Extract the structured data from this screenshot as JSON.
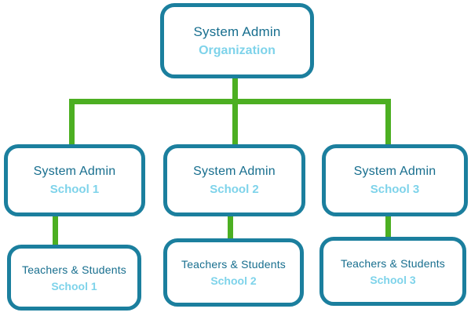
{
  "diagram": {
    "root": {
      "title": "System Admin",
      "subtitle": "Organization"
    },
    "admins": [
      {
        "title": "System Admin",
        "subtitle": "School 1"
      },
      {
        "title": "System Admin",
        "subtitle": "School 2"
      },
      {
        "title": "System Admin",
        "subtitle": "School 3"
      }
    ],
    "groups": [
      {
        "title": "Teachers & Students",
        "subtitle": "School 1"
      },
      {
        "title": "Teachers & Students",
        "subtitle": "School 2"
      },
      {
        "title": "Teachers & Students",
        "subtitle": "School 3"
      }
    ],
    "colors": {
      "node_border": "#1b7f9e",
      "title_text": "#176e8e",
      "subtitle_text": "#7ed3ea",
      "connector": "#4caf22",
      "background": "#ffffff"
    }
  }
}
